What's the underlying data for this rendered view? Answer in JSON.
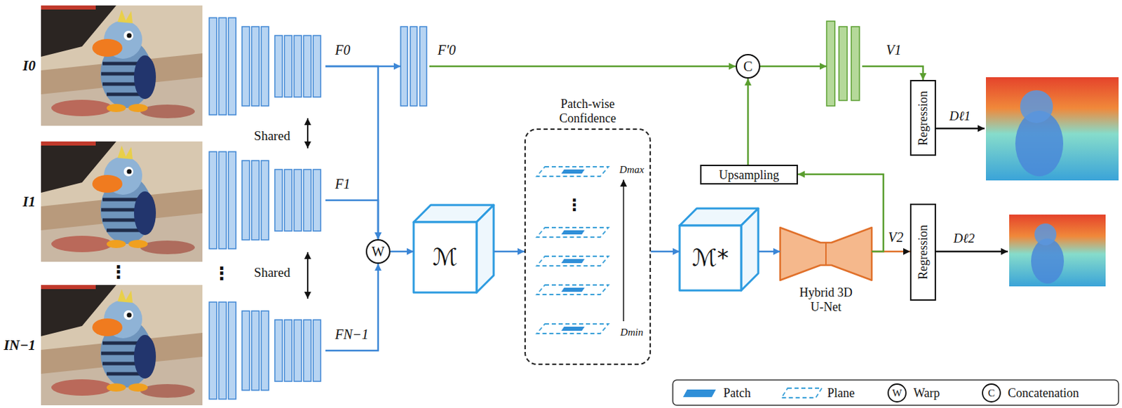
{
  "diagram": {
    "nodes": [
      {
        "text": [
          "I0"
        ]
      },
      {
        "text": [
          "F0"
        ]
      },
      {
        "text": [
          "F′0"
        ]
      },
      {
        "text": [
          "C"
        ]
      },
      {
        "text": [
          "V1"
        ]
      },
      {
        "text": [
          "Regression"
        ]
      },
      {
        "text": [
          "I1"
        ]
      },
      {
        "text": [
          "F1"
        ]
      },
      {
        "text": [
          "W"
        ]
      },
      {
        "text": [
          "ℳ"
        ]
      },
      {
        "text": [
          "Patch-wise Confidence"
        ]
      },
      {
        "text": [
          "ℳ*"
        ]
      },
      {
        "text": [
          "Upsampling"
        ]
      },
      {
        "text": [
          "Hybrid 3D U-Net"
        ]
      },
      {
        "text": [
          "Regression"
        ]
      },
      {
        "text": [
          "IN−1"
        ]
      },
      {
        "text": [
          "FN−1"
        ]
      }
    ],
    "edges": [
      {
        "from": 1,
        "to": 2,
        "arrow": "to"
      },
      {
        "from": 1,
        "to": 8,
        "arrow": "to"
      },
      {
        "from": 7,
        "to": 8,
        "arrow": "to"
      },
      {
        "from": 16,
        "to": 8,
        "arrow": "to"
      },
      {
        "from": 2,
        "to": 3,
        "arrow": "to"
      },
      {
        "from": 8,
        "to": 9,
        "arrow": "to"
      },
      {
        "from": 9,
        "to": 10,
        "arrow": "to"
      },
      {
        "from": 10,
        "to": 11,
        "arrow": "to"
      },
      {
        "from": 11,
        "to": 13,
        "arrow": "to"
      },
      {
        "from": 13,
        "to": 14,
        "label": "V2",
        "arrow": "to"
      },
      {
        "from": 13,
        "to": 12,
        "arrow": "to"
      },
      {
        "from": 12,
        "to": 3,
        "arrow": "to"
      },
      {
        "from": 3,
        "to": 4,
        "arrow": "to"
      },
      {
        "from": 4,
        "to": 5,
        "arrow": "to"
      }
    ],
    "labels": [
      "Shared",
      "Shared",
      "⋮",
      "⋮",
      "Dmax",
      "⋮",
      "Dmin",
      "Dℓ1",
      "Dℓ2",
      "W",
      "C"
    ],
    "legend": [
      {
        "text": "Patch"
      },
      {
        "text": "Plane"
      },
      {
        "text": "Warp"
      },
      {
        "text": "Concatenation"
      }
    ]
  }
}
